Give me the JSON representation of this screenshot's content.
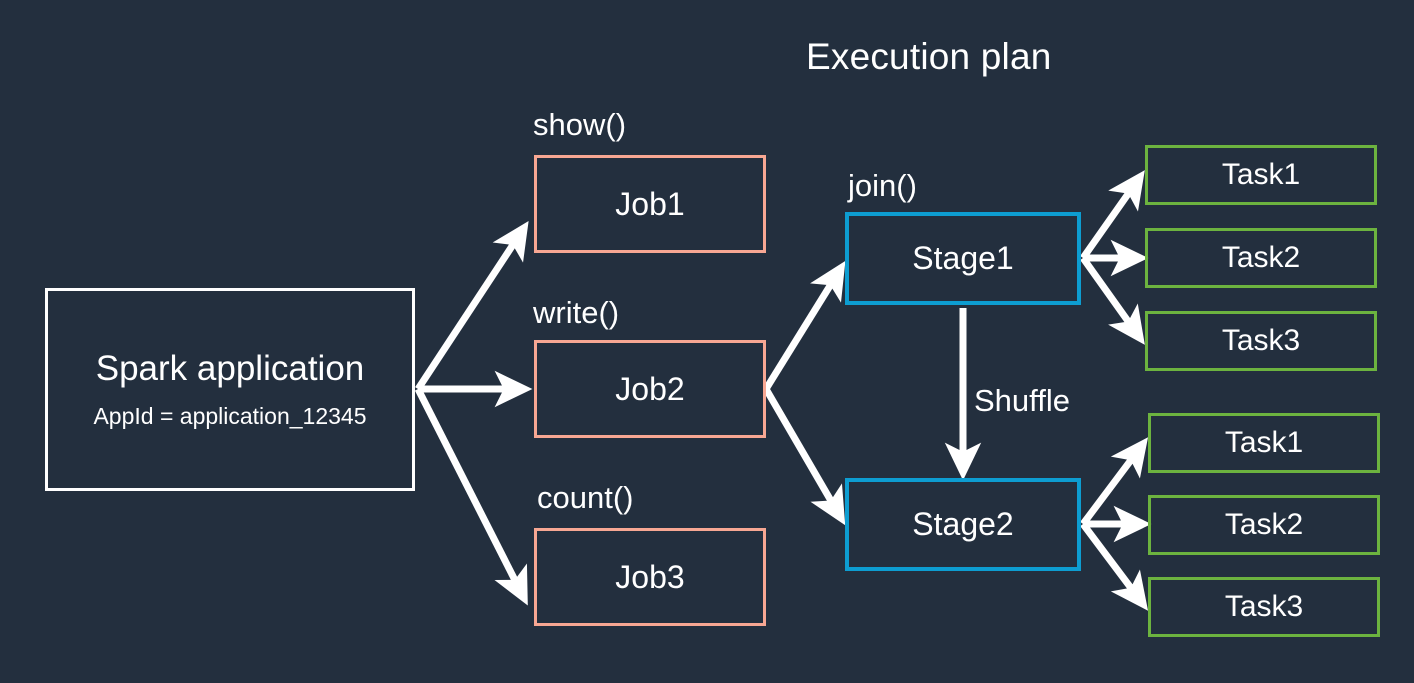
{
  "diagram": {
    "title": "Execution plan",
    "background_color": "#232f3e",
    "colors": {
      "background": "#232f3e",
      "app_border": "#ffffff",
      "job_border": "#f7a793",
      "stage_border": "#0d9dd1",
      "task_border": "#6cb33f",
      "text": "#ffffff",
      "arrow": "#ffffff"
    }
  },
  "app": {
    "title": "Spark application",
    "subtitle": "AppId = application_12345"
  },
  "jobs": [
    {
      "caption": "show()",
      "label": "Job1"
    },
    {
      "caption": "write()",
      "label": "Job2"
    },
    {
      "caption": "count()",
      "label": "Job3"
    }
  ],
  "stages": [
    {
      "caption": "join()",
      "label": "Stage1"
    },
    {
      "caption": "",
      "label": "Stage2"
    }
  ],
  "shuffle": {
    "label": "Shuffle"
  },
  "tasks_stage1": [
    {
      "label": "Task1"
    },
    {
      "label": "Task2"
    },
    {
      "label": "Task3"
    }
  ],
  "tasks_stage2": [
    {
      "label": "Task1"
    },
    {
      "label": "Task2"
    },
    {
      "label": "Task3"
    }
  ]
}
